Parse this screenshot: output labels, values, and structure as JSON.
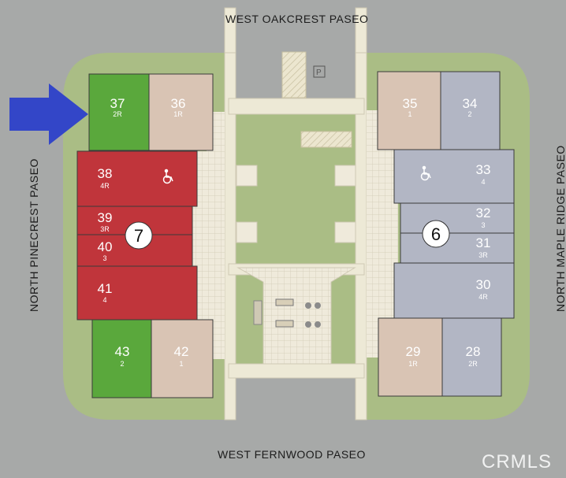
{
  "streets": {
    "north": "WEST OAKCREST PASEO",
    "south": "WEST FERNWOOD PASEO",
    "west": "NORTH PINECREST PASEO",
    "east": "NORTH MAPLE RIDGE PASEO"
  },
  "buildings": [
    {
      "number": "7",
      "units_list": [
        "38",
        "39",
        "40",
        "41"
      ]
    },
    {
      "number": "6",
      "units_list": [
        "33",
        "32",
        "31",
        "30"
      ]
    }
  ],
  "units": {
    "u37": {
      "num": "37",
      "type": "2R",
      "status": "green"
    },
    "u36": {
      "num": "36",
      "type": "1R",
      "status": "tan"
    },
    "u35": {
      "num": "35",
      "type": "1",
      "status": "tan"
    },
    "u34": {
      "num": "34",
      "type": "2",
      "status": "gray"
    },
    "u38": {
      "num": "38",
      "type": "4R",
      "status": "red"
    },
    "u39": {
      "num": "39",
      "type": "3R",
      "status": "red"
    },
    "u40": {
      "num": "40",
      "type": "3",
      "status": "red"
    },
    "u41": {
      "num": "41",
      "type": "4",
      "status": "red"
    },
    "u33": {
      "num": "33",
      "type": "4",
      "status": "gray"
    },
    "u32": {
      "num": "32",
      "type": "3",
      "status": "gray"
    },
    "u31": {
      "num": "31",
      "type": "3R",
      "status": "gray"
    },
    "u30": {
      "num": "30",
      "type": "4R",
      "status": "gray"
    },
    "u43": {
      "num": "43",
      "type": "2",
      "status": "green"
    },
    "u42": {
      "num": "42",
      "type": "1",
      "status": "tan"
    },
    "u29": {
      "num": "29",
      "type": "1R",
      "status": "tan"
    },
    "u28": {
      "num": "28",
      "type": "2R",
      "status": "gray"
    }
  },
  "colors": {
    "green": "#5aa83c",
    "red": "#c0353b",
    "tan": "#d9c4b4",
    "gray": "#b2b6c4",
    "lawn": "#aabd85",
    "street": "#a7a9a8",
    "walk": "#ede9d6",
    "arrow": "#3346c8"
  },
  "icons": {
    "pointer": "blue-arrow-icon",
    "accessible": "wheelchair-icon",
    "parking": "parking-icon"
  },
  "watermark": "CRMLS"
}
